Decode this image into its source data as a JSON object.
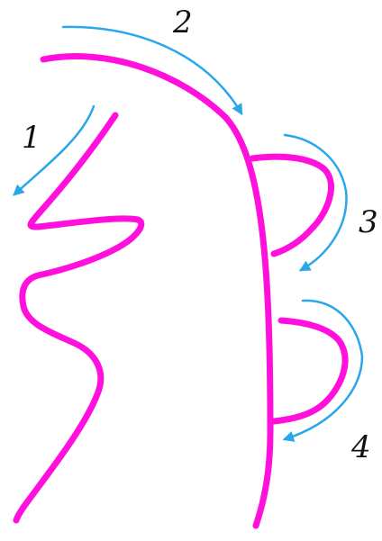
{
  "colors": {
    "stroke": "#ff10dc",
    "arrow": "#2aa6ea",
    "label": "#111111"
  },
  "steps": [
    {
      "number": "1"
    },
    {
      "number": "2"
    },
    {
      "number": "3"
    },
    {
      "number": "4"
    }
  ]
}
